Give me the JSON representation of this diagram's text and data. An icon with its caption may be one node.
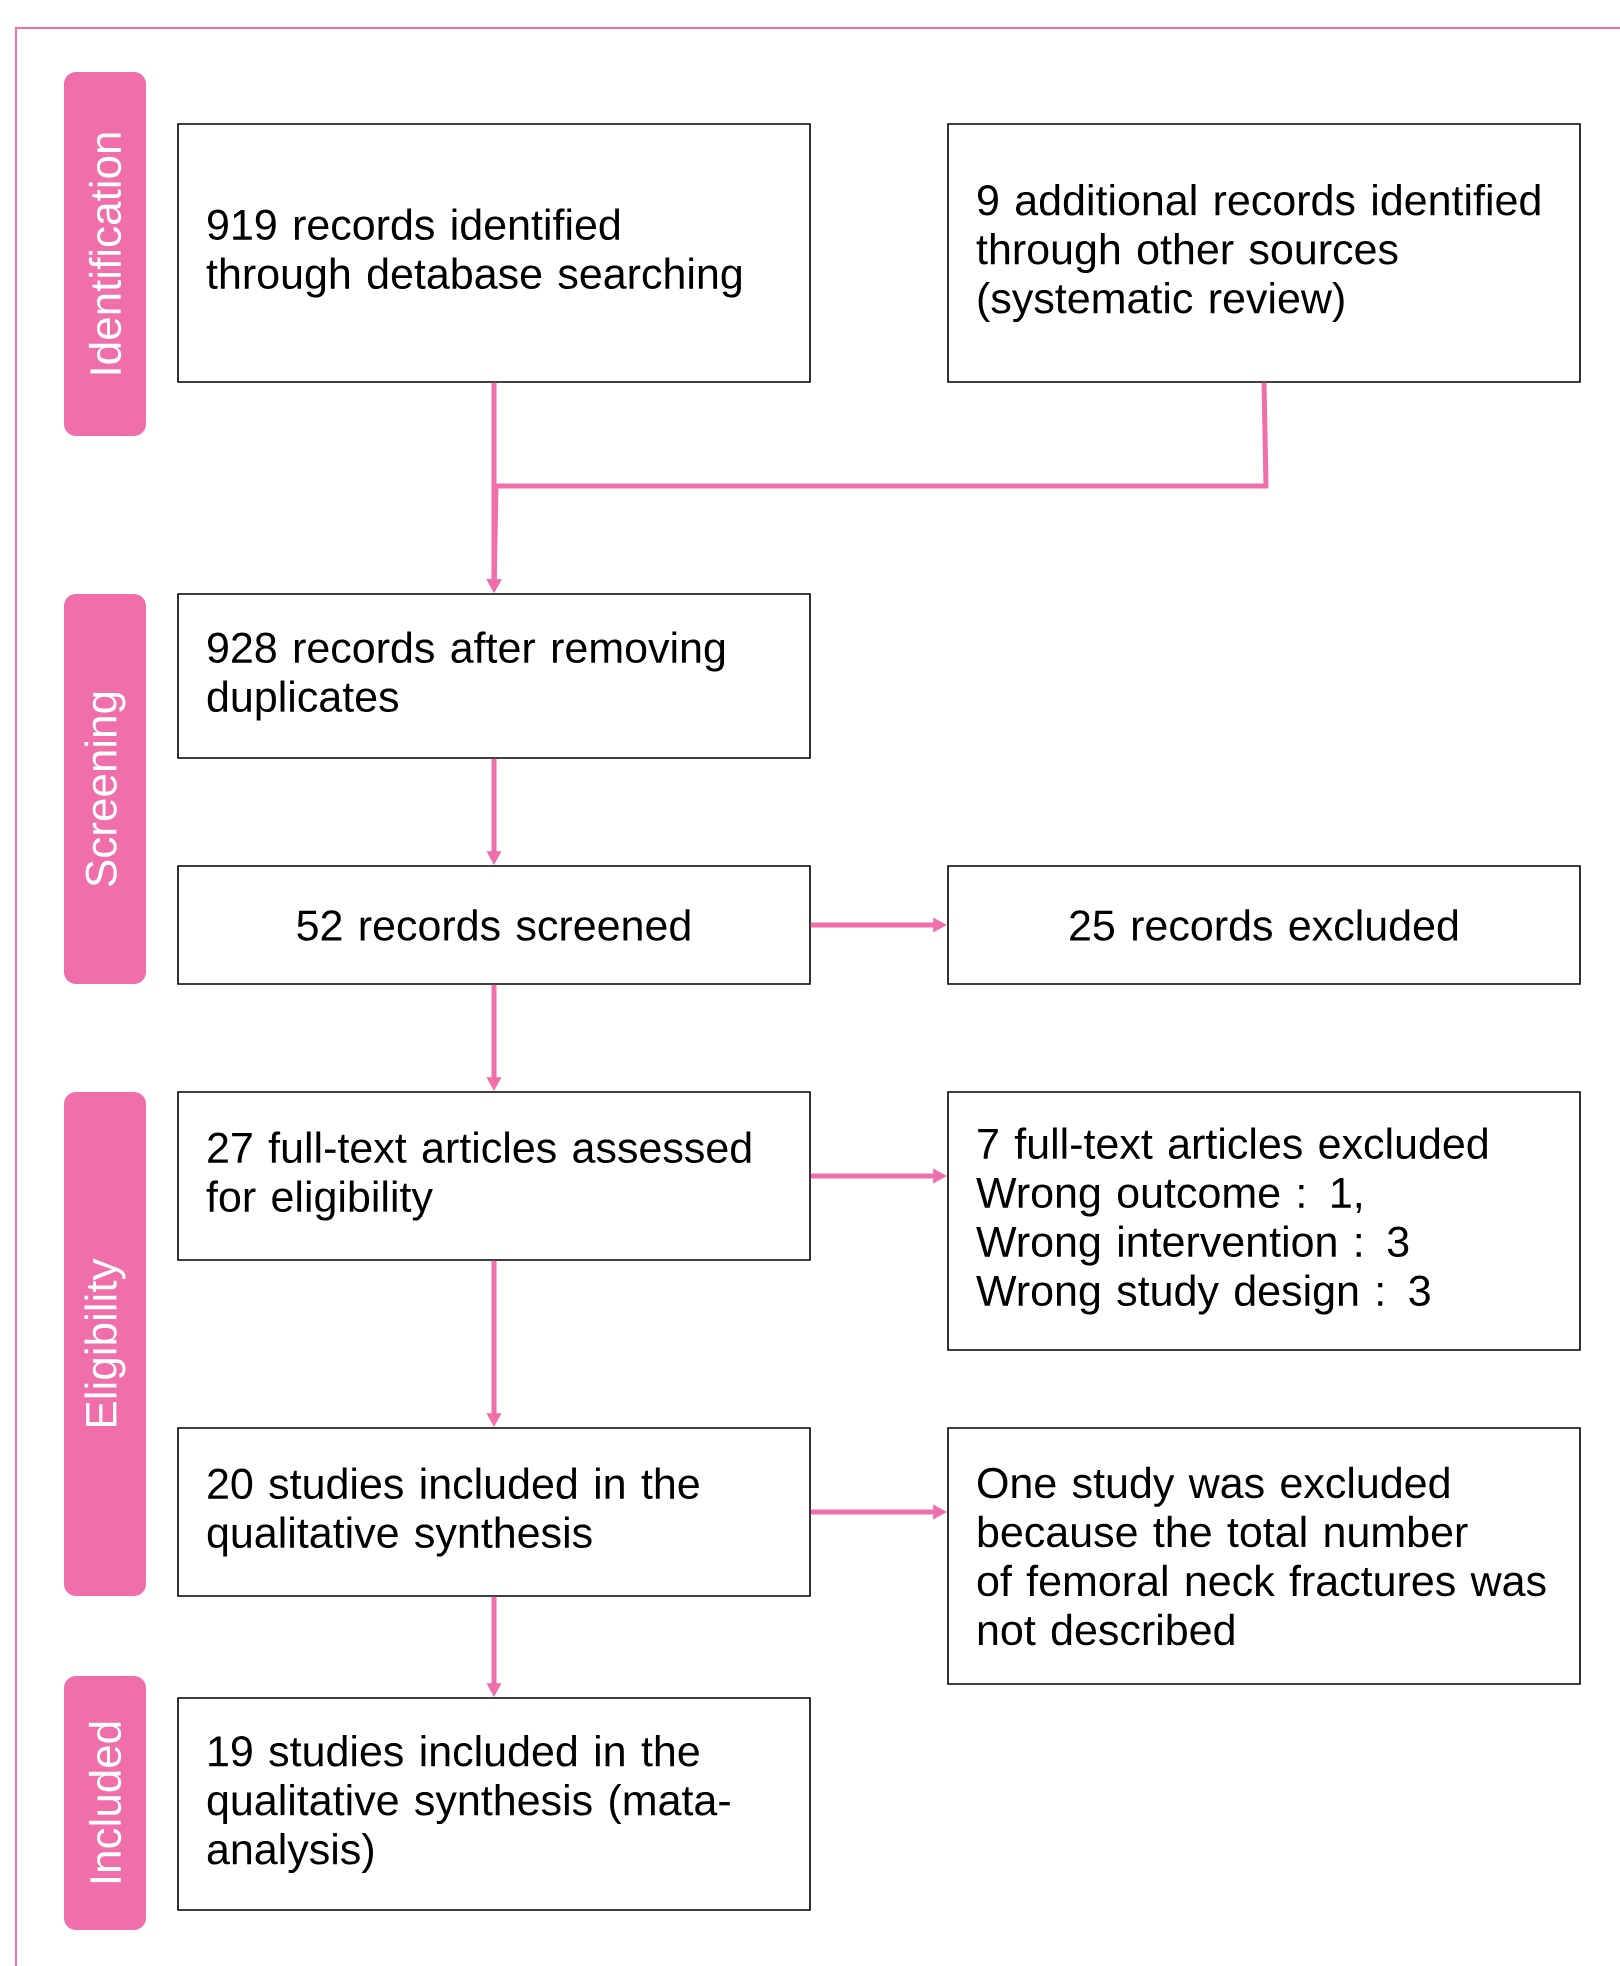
{
  "diagram": {
    "nodes": [
      {
        "text": [
          "Identification"
        ]
      },
      {
        "text": [
          "919 records identified through detabase searching"
        ]
      },
      {
        "text": [
          "9 additional records identified through other sources (systematic review)"
        ]
      },
      {
        "text": [
          "Screening"
        ]
      },
      {
        "text": [
          "928 records after removing duplicates"
        ]
      },
      {
        "text": [
          "52 records screened"
        ]
      },
      {
        "text": [
          "25 records excluded"
        ]
      },
      {
        "text": [
          "Eligibility"
        ]
      },
      {
        "text": [
          "27 full-text articles assessed for eligibility"
        ]
      },
      {
        "text": [
          "7 full-text articles excluded",
          "Wrong outcome : 1,",
          "Wrong intervention : 3",
          "Wrong study design : 3"
        ]
      },
      {
        "text": [
          "20 studies included in the qualitative synthesis"
        ]
      },
      {
        "text": [
          "One study was excluded because the total number of femoral neck fractures was not described"
        ]
      },
      {
        "text": [
          "Included"
        ]
      },
      {
        "text": [
          "19 studies included in the qualitative synthesis (mata-analysis)"
        ]
      }
    ],
    "edges": [
      {
        "from": 1,
        "to": 4,
        "arrow": "to"
      },
      {
        "from": 2,
        "to": 4,
        "arrow": "to"
      },
      {
        "from": 4,
        "to": 5,
        "arrow": "to"
      },
      {
        "from": 5,
        "to": 6,
        "arrow": "to"
      },
      {
        "from": 5,
        "to": 8,
        "arrow": "to"
      },
      {
        "from": 8,
        "to": 9,
        "arrow": "to"
      },
      {
        "from": 8,
        "to": 10,
        "arrow": "to"
      },
      {
        "from": 10,
        "to": 11,
        "arrow": "to"
      },
      {
        "from": 10,
        "to": 13,
        "arrow": "to"
      }
    ]
  }
}
